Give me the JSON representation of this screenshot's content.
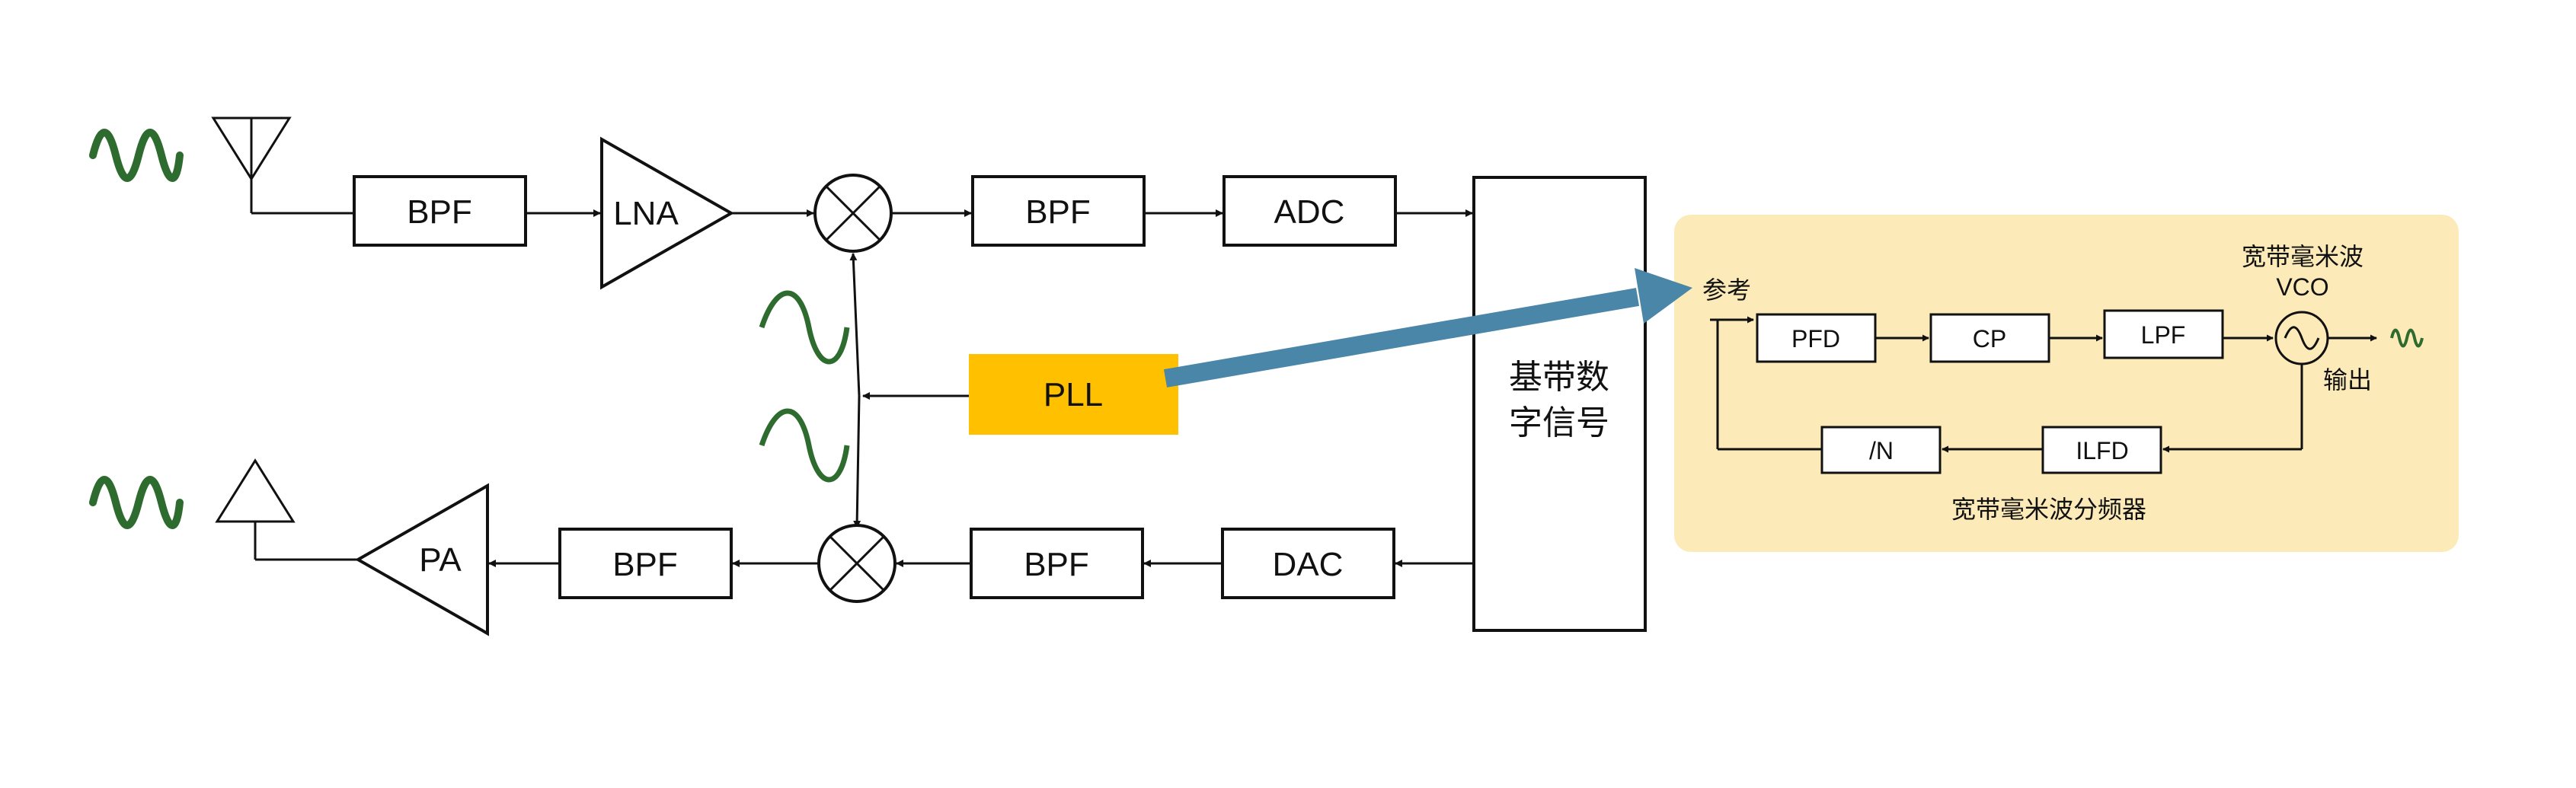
{
  "colors": {
    "pll_fill": "#FFC000",
    "panel_fill": "#FCEBB8",
    "big_arrow": "#4A86A8",
    "signal_wave": "#2E6B2E"
  },
  "icons": [
    "antenna-icon",
    "rf-signal-wave-icon",
    "sine-wave-icon",
    "mixer-icon",
    "oscillator-icon"
  ],
  "rx_chain": {
    "bpf1": "BPF",
    "lna": "LNA",
    "bpf2": "BPF",
    "adc": "ADC"
  },
  "tx_chain": {
    "pa": "PA",
    "bpf1": "BPF",
    "bpf2": "BPF",
    "dac": "DAC"
  },
  "pll": "PLL",
  "baseband": {
    "line1": "基带数",
    "line2": "字信号"
  },
  "pll_detail": {
    "reference": "参考",
    "pfd": "PFD",
    "cp": "CP",
    "lpf": "LPF",
    "vco_line1": "宽带毫米波",
    "vco_line2": "VCO",
    "output": "输出",
    "divider": "/N",
    "ilfd": "ILFD",
    "caption": "宽带毫米波分频器"
  }
}
